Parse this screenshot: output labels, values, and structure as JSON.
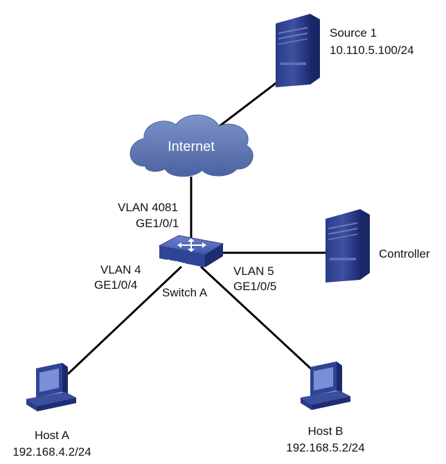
{
  "nodes": {
    "source1": {
      "name": "Source 1",
      "ip": "10.110.5.100/24"
    },
    "internet": {
      "name": "Internet"
    },
    "controller": {
      "name": "Controller"
    },
    "switch_a": {
      "name": "Switch A",
      "badge": "SWITCH"
    },
    "host_a": {
      "name": "Host A",
      "ip": "192.168.4.2/24"
    },
    "host_b": {
      "name": "Host B",
      "ip": "192.168.5.2/24"
    }
  },
  "links": {
    "uplink": {
      "vlan": "VLAN 4081",
      "port": "GE1/0/1"
    },
    "host_a": {
      "vlan": "VLAN 4",
      "port": "GE1/0/4"
    },
    "host_b": {
      "vlan": "VLAN 5",
      "port": "GE1/0/5"
    }
  },
  "colors": {
    "cloud": "#5a73ad",
    "device_dark": "#1f2f7a",
    "device_mid": "#4b5ea8",
    "device_light": "#aab6df",
    "link": "#000000"
  }
}
